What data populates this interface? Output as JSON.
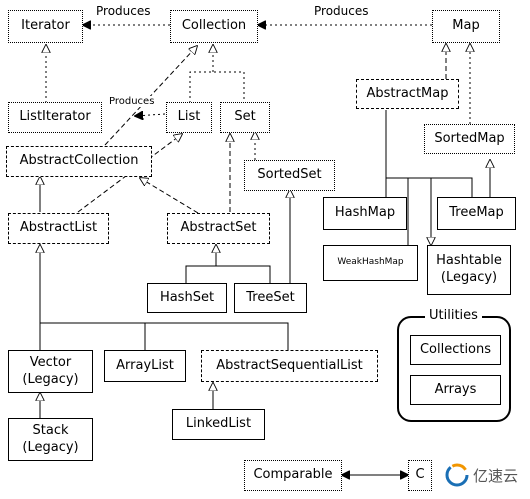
{
  "nodes": {
    "iterator": "Iterator",
    "collection": "Collection",
    "map": "Map",
    "list_iterator": "ListIterator",
    "list": "List",
    "set": "Set",
    "abstract_map": "AbstractMap",
    "abstract_collection": "AbstractCollection",
    "sorted_map": "SortedMap",
    "sorted_set": "SortedSet",
    "abstract_list": "AbstractList",
    "abstract_set": "AbstractSet",
    "hash_map": "HashMap",
    "tree_map": "TreeMap",
    "weak_hash_map": "WeakHashMap",
    "hashtable": [
      "Hashtable",
      "(Legacy)"
    ],
    "hash_set": "HashSet",
    "tree_set": "TreeSet",
    "vector": [
      "Vector",
      "(Legacy)"
    ],
    "array_list": "ArrayList",
    "abstract_sequential_list": "AbstractSequentialList",
    "stack": [
      "Stack",
      "(Legacy)"
    ],
    "linked_list": "LinkedList",
    "collections": "Collections",
    "arrays": "Arrays",
    "comparable": "Comparable",
    "comparator": "C"
  },
  "labels": {
    "produces_iterator": "Produces",
    "produces_map": "Produces",
    "produces_list_iterator": "Produces"
  },
  "utilities": {
    "title": "Utilities"
  },
  "watermark": {
    "text": "亿速云"
  },
  "colors": {
    "line": "#000000",
    "background": "#ffffff",
    "watermark_blue": "#1a6fb5",
    "watermark_orange": "#f29600"
  }
}
